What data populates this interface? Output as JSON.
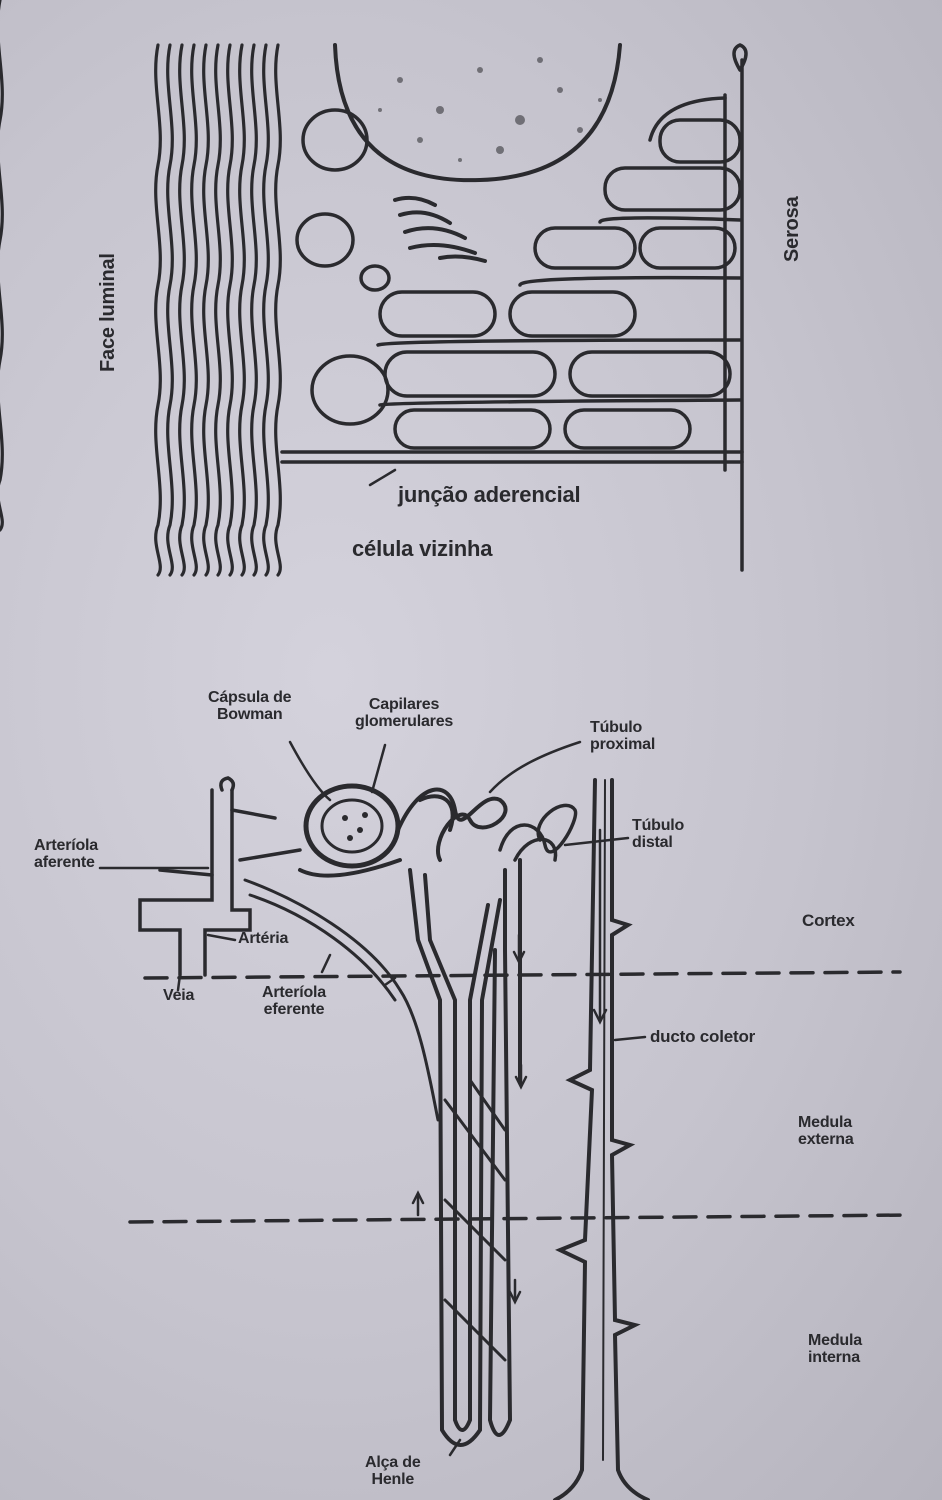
{
  "cell_diagram": {
    "luminal_face": "Face luminal",
    "serosa": "Serosa",
    "adherens_junction": "junção aderencial",
    "neighbor_cell": "célula vizinha"
  },
  "nephron_diagram": {
    "bowman_capsule": [
      "Cápsula de",
      "Bowman"
    ],
    "glomerular_capillaries": [
      "Capilares",
      "glomerulares"
    ],
    "proximal_tubule": [
      "Túbulo",
      "proximal"
    ],
    "distal_tubule": [
      "Túbulo",
      "distal"
    ],
    "afferent_arteriole": [
      "Arteríola",
      "aferente"
    ],
    "artery": "Artéria",
    "vein": "Veia",
    "efferent_arteriole": [
      "Arteríola",
      "eferente"
    ],
    "cortex": "Cortex",
    "collecting_duct": "ducto coletor",
    "outer_medulla": [
      "Medula",
      "externa"
    ],
    "inner_medulla": [
      "Medula",
      "interna"
    ],
    "loop_of_henle": [
      "Alça de",
      "Henle"
    ]
  },
  "colors": {
    "ink": "#2a2a2e",
    "paper": "#c4c2cc"
  }
}
